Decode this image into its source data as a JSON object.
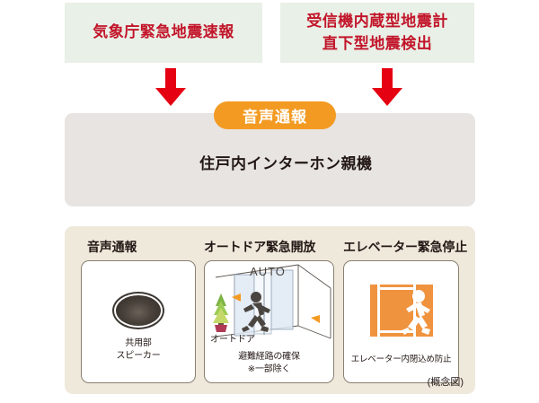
{
  "diagram": {
    "footnote": "(概念図)",
    "sources": [
      {
        "name": "jma-alert",
        "lines": [
          "気象庁緊急地震速報"
        ]
      },
      {
        "name": "builtin-seismometer",
        "lines": [
          "受信機内蔵型地震計",
          "直下型地震検出"
        ]
      }
    ],
    "badge": {
      "label": "音声通報"
    },
    "device": {
      "label": "住戸内インターホン親機",
      "icon": "intercom-monitor-icon"
    },
    "arrows": [
      {
        "name": "arrow-left",
        "direction": "down",
        "color": "#e50012"
      },
      {
        "name": "arrow-right",
        "direction": "down",
        "color": "#e50012"
      }
    ],
    "features": [
      {
        "title": "音声通報",
        "icon": "speaker-icon",
        "caption_lines": [
          "共用部",
          "スピーカー"
        ]
      },
      {
        "title": "オートドア緊急開放",
        "icon": "automatic-door-icon",
        "scene_label": "AUTO",
        "inline_label": "オートドア",
        "caption_lines": [
          "避難経路の確保",
          "※一部除く"
        ]
      },
      {
        "title": "エレベーター緊急停止",
        "icon": "elevator-exit-icon",
        "caption_lines": [
          "エレベーター内閉込め防止"
        ]
      }
    ],
    "colors": {
      "source_bg": "#e9f0e7",
      "source_text": "#c2152a",
      "arrow_red": "#e50012",
      "badge_orange": "#f39a22",
      "middle_panel": "#e7e4e1",
      "bottom_panel": "#efe9dc",
      "card_border": "#8a8070",
      "text": "#231815"
    }
  }
}
